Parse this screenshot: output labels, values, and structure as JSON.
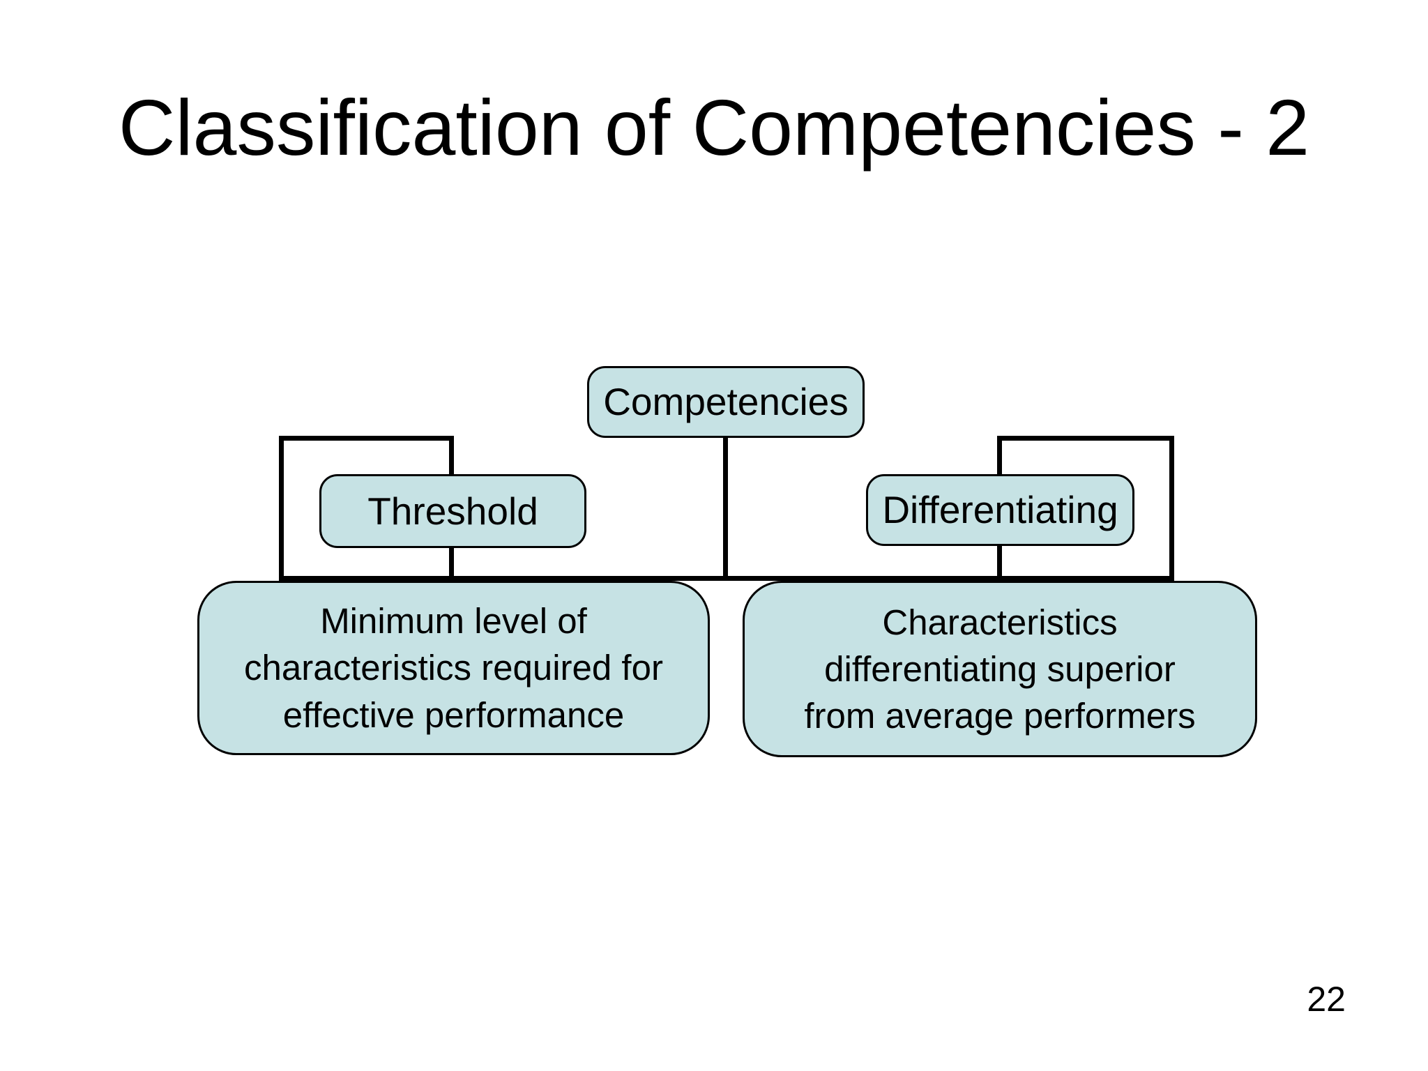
{
  "slide": {
    "title": "Classification of Competencies - 2",
    "page_number": "22"
  },
  "diagram": {
    "type": "hierarchy",
    "root": {
      "label": "Competencies"
    },
    "branches": [
      {
        "label": "Threshold",
        "description": "Minimum level of\ncharacteristics required for\neffective performance"
      },
      {
        "label": "Differentiating",
        "description": "Characteristics\ndifferentiating superior\nfrom average performers"
      }
    ]
  },
  "theme": {
    "box_fill": "#c6e2e4",
    "box_border": "#000000",
    "connector": "#000000",
    "background": "#ffffff",
    "text": "#000000"
  }
}
